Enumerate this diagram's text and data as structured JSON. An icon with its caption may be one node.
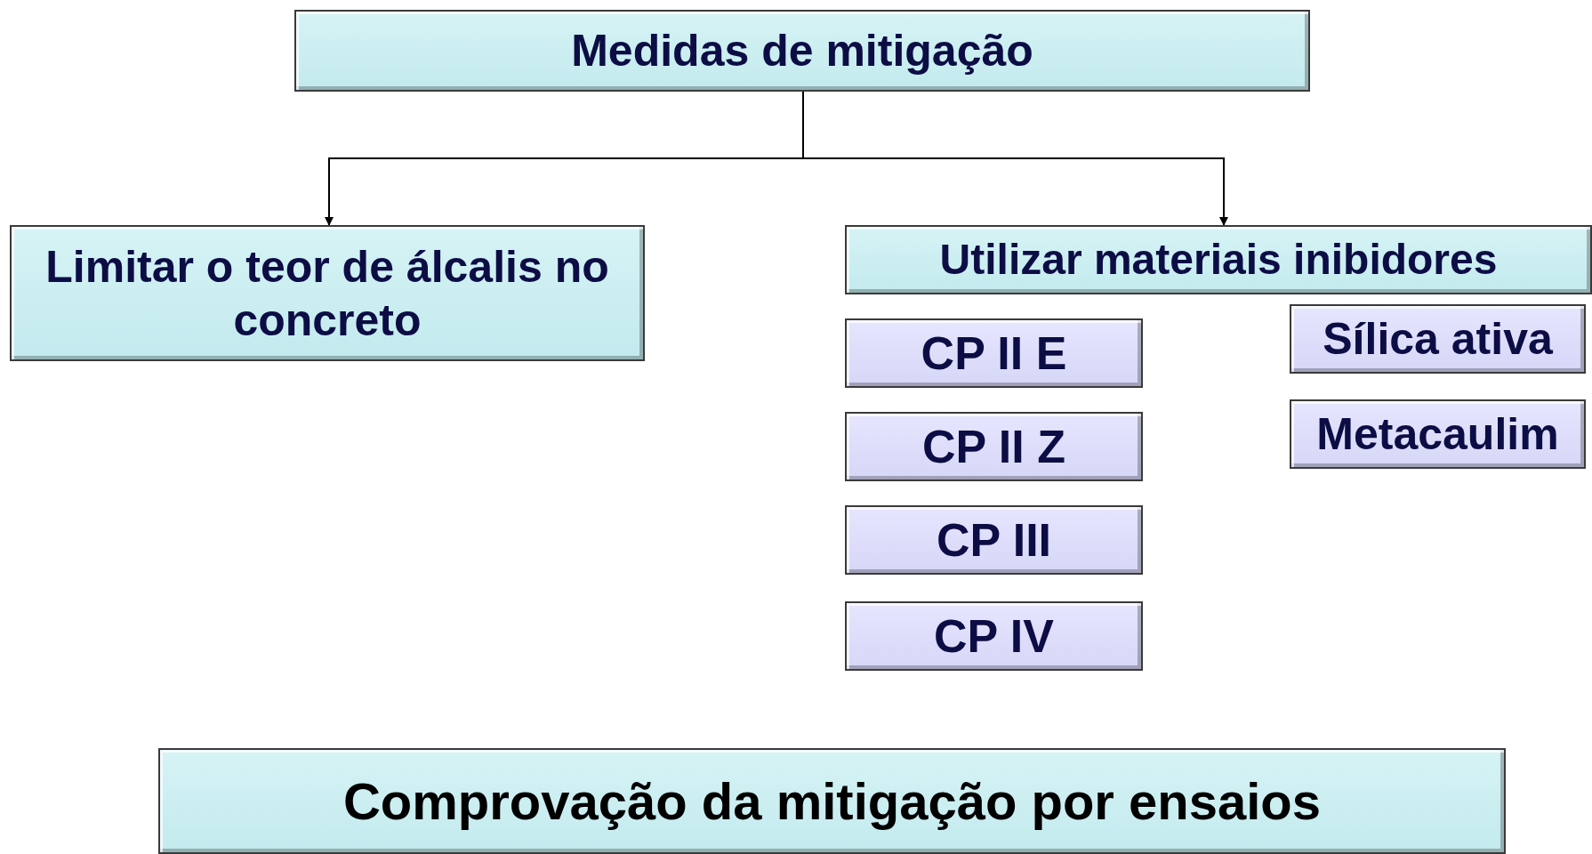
{
  "diagram": {
    "nodes": [
      {
        "text": [
          "Medidas de mitigação"
        ]
      },
      {
        "text": [
          "Limitar o teor de álcalis no concreto"
        ]
      },
      {
        "text": [
          "Utilizar materiais inibidores"
        ]
      },
      {
        "text": [
          "CP II E"
        ]
      },
      {
        "text": [
          "CP II Z"
        ]
      },
      {
        "text": [
          "CP III"
        ]
      },
      {
        "text": [
          "CP IV"
        ]
      },
      {
        "text": [
          "Sílica ativa"
        ]
      },
      {
        "text": [
          "Metacaulim"
        ]
      },
      {
        "text": [
          "Comprovação da mitigação por ensaios"
        ]
      }
    ],
    "edges": [
      {
        "from": 0,
        "to": 1,
        "arrow": "to"
      },
      {
        "from": 0,
        "to": 2,
        "arrow": "to"
      }
    ]
  }
}
